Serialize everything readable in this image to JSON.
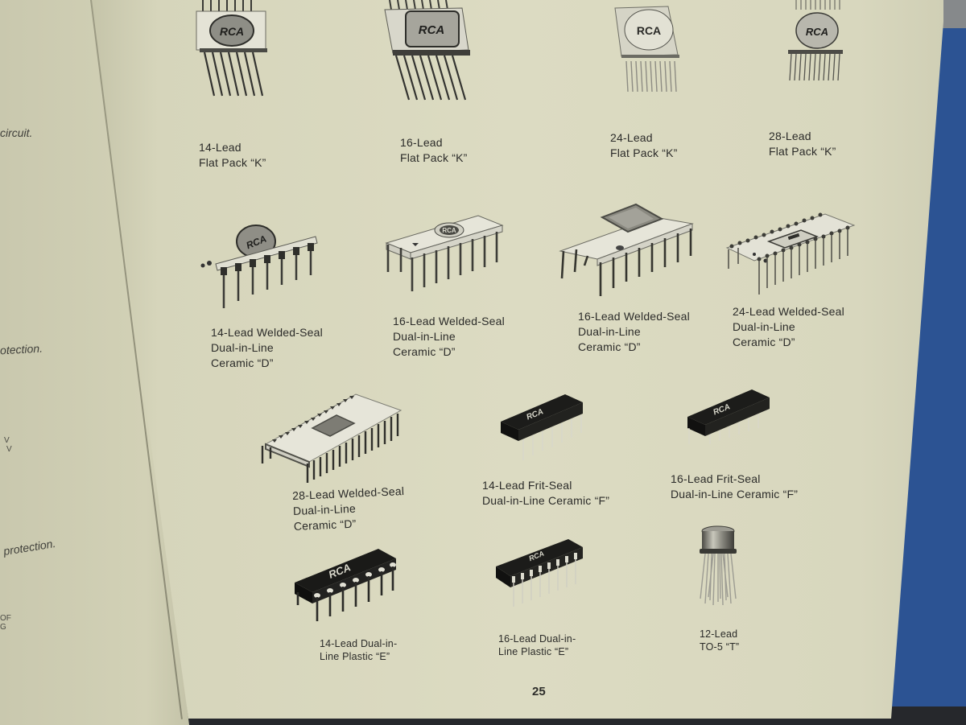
{
  "document": {
    "page_number": "25",
    "colors": {
      "paper": "#dcdbc2",
      "ink": "#2b2b29",
      "background_cloth": "#2c5393"
    }
  },
  "left_page_fragments": [
    {
      "text": "circuit."
    },
    {
      "text": "otection."
    },
    {
      "text": "V"
    },
    {
      "text": "V"
    },
    {
      "text": "protection."
    },
    {
      "text": "OF"
    },
    {
      "text": "G"
    }
  ],
  "packages": [
    {
      "lines": [
        "14-Lead",
        "Flat Pack “K”"
      ],
      "icon": "flat-pack-14-icon"
    },
    {
      "lines": [
        "16-Lead",
        "Flat Pack “K”"
      ],
      "icon": "flat-pack-16-icon"
    },
    {
      "lines": [
        "24-Lead",
        "Flat Pack “K”"
      ],
      "icon": "flat-pack-24-icon"
    },
    {
      "lines": [
        "28-Lead",
        "Flat Pack “K”"
      ],
      "icon": "flat-pack-28-icon"
    },
    {
      "lines": [
        "14-Lead Welded-Seal",
        "Dual-in-Line",
        "Ceramic “D”"
      ],
      "icon": "welded-seal-dip-14-icon"
    },
    {
      "lines": [
        "16-Lead Welded-Seal",
        "Dual-in-Line",
        "Ceramic “D”"
      ],
      "icon": "welded-seal-dip-16-icon"
    },
    {
      "lines": [
        "16-Lead Welded-Seal",
        "Dual-in-Line",
        "Ceramic “D”"
      ],
      "icon": "welded-seal-dip-16-square-lid-icon"
    },
    {
      "lines": [
        "24-Lead Welded-Seal",
        "Dual-in-Line",
        "Ceramic “D”"
      ],
      "icon": "welded-seal-dip-24-icon"
    },
    {
      "lines": [
        "28-Lead Welded-Seal",
        "Dual-in-Line",
        "Ceramic “D”"
      ],
      "icon": "welded-seal-dip-28-icon"
    },
    {
      "lines": [
        "14-Lead Frit-Seal",
        "Dual-in-Line Ceramic “F”"
      ],
      "icon": "frit-seal-dip-14-icon"
    },
    {
      "lines": [
        "16-Lead Frit-Seal",
        "Dual-in-Line Ceramic “F”"
      ],
      "icon": "frit-seal-dip-16-icon"
    },
    {
      "lines": [
        "14-Lead Dual-in-",
        "Line Plastic “E”"
      ],
      "icon": "plastic-dip-14-icon"
    },
    {
      "lines": [
        "16-Lead Dual-in-",
        "Line Plastic “E”"
      ],
      "icon": "plastic-dip-16-icon"
    },
    {
      "lines": [
        "12-Lead",
        "TO-5 “T”"
      ],
      "icon": "to5-can-12-icon"
    }
  ],
  "chip_logo_text": "RCA"
}
